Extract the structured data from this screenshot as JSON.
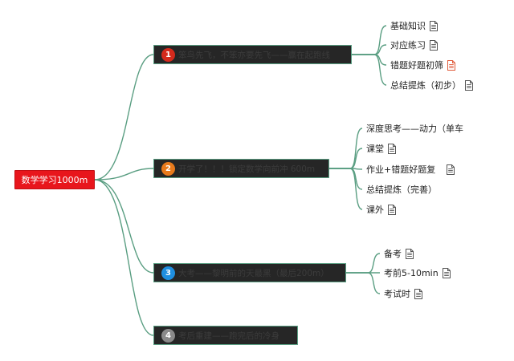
{
  "root": {
    "label": "数学学习1000m"
  },
  "branches": [
    {
      "number": "1",
      "number_color": "#d42a1c",
      "label": "笨鸟先飞，不笨亦要先飞——赢在起跑线",
      "children": [
        {
          "label": "基础知识",
          "doc_icon": "document-icon",
          "icon_color": "#555555"
        },
        {
          "label": "对应练习",
          "doc_icon": "document-icon",
          "icon_color": "#555555"
        },
        {
          "label": "错题好题初筛",
          "doc_icon": "document-icon",
          "icon_color": "#e05a3a"
        },
        {
          "label": "总结提炼（初步）",
          "doc_icon": "document-icon",
          "icon_color": "#555555"
        }
      ]
    },
    {
      "number": "2",
      "number_color": "#e87a1c",
      "label": "开学了！！！锁定数学向前冲 600m",
      "children": [
        {
          "label": "深度思考——动力（单车",
          "doc_icon": "",
          "icon_color": ""
        },
        {
          "label": "课堂",
          "doc_icon": "document-icon",
          "icon_color": "#555555"
        },
        {
          "label": "作业+错题好题复",
          "doc_icon": "document-icon",
          "icon_color": "#555555"
        },
        {
          "label": "总结提炼（完善）",
          "doc_icon": "",
          "icon_color": ""
        },
        {
          "label": "课外",
          "doc_icon": "document-icon",
          "icon_color": "#555555"
        }
      ]
    },
    {
      "number": "3",
      "number_color": "#1f8fe0",
      "label": "大考——黎明前的天最黑（最后200m）",
      "children": [
        {
          "label": "备考",
          "doc_icon": "document-icon",
          "icon_color": "#555555"
        },
        {
          "label": "考前5-10min",
          "doc_icon": "document-icon",
          "icon_color": "#555555"
        },
        {
          "label": "考试时",
          "doc_icon": "document-icon",
          "icon_color": "#555555"
        }
      ]
    },
    {
      "number": "4",
      "number_color": "#8a8a8a",
      "label": "考后重建——跑完后的冷身",
      "children": []
    }
  ],
  "colors": {
    "connector": "#5a9e82",
    "root_fill": "#e8161c",
    "branch_fill": "#262626"
  }
}
